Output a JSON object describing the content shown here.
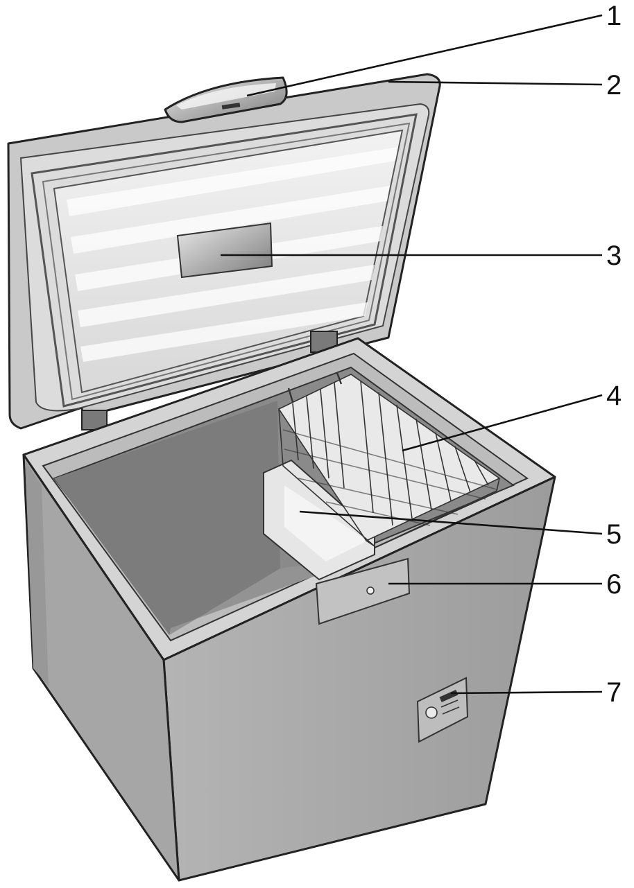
{
  "diagram": {
    "callouts": [
      {
        "id": "1",
        "label": "1"
      },
      {
        "id": "2",
        "label": "2"
      },
      {
        "id": "3",
        "label": "3"
      },
      {
        "id": "4",
        "label": "4"
      },
      {
        "id": "5",
        "label": "5"
      },
      {
        "id": "6",
        "label": "6"
      },
      {
        "id": "7",
        "label": "7"
      }
    ],
    "colors": {
      "body": "#a9a9a9",
      "body_dark": "#8e8e8e",
      "lid": "#cfcfcf",
      "interior": "#8a8a8a",
      "outline": "#222222"
    }
  }
}
